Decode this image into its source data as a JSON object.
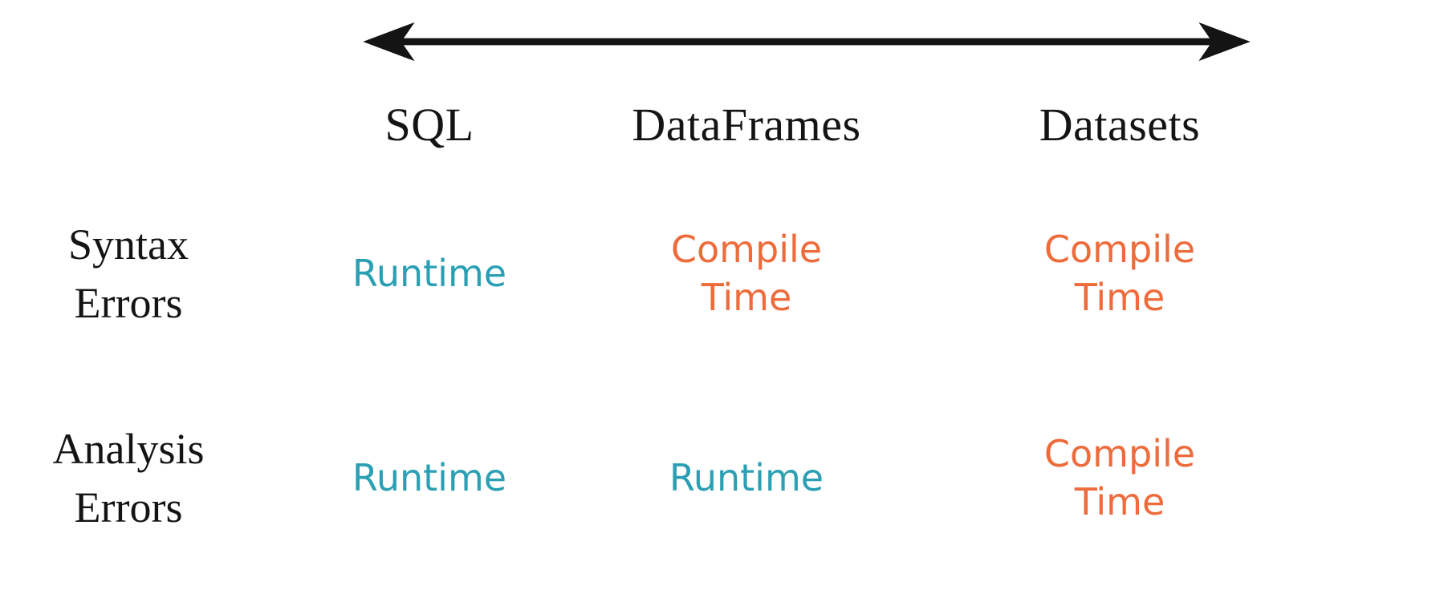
{
  "colors": {
    "runtime-color": "#2B9FB3",
    "compile-color": "#EE6B3B",
    "ink-color": "#141414"
  },
  "columns": [
    "SQL",
    "DataFrames",
    "Datasets"
  ],
  "rows": [
    {
      "label": "Syntax\nErrors",
      "cells": [
        {
          "text": "Runtime",
          "kind": "runtime"
        },
        {
          "text": "Compile\nTime",
          "kind": "compile"
        },
        {
          "text": "Compile\nTime",
          "kind": "compile"
        }
      ]
    },
    {
      "label": "Analysis\nErrors",
      "cells": [
        {
          "text": "Runtime",
          "kind": "runtime"
        },
        {
          "text": "Runtime",
          "kind": "runtime"
        },
        {
          "text": "Compile\nTime",
          "kind": "compile"
        }
      ]
    }
  ]
}
